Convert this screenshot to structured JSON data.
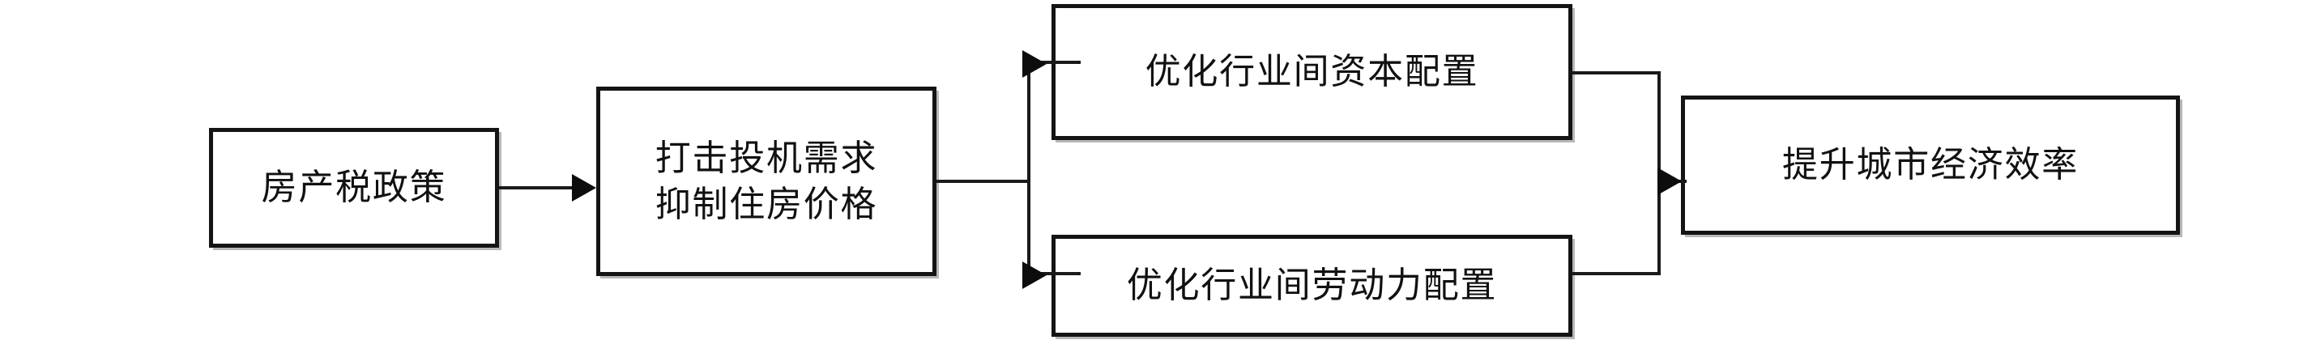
{
  "diagram": {
    "type": "flowchart",
    "orientation": "left-to-right",
    "background_color": "#ffffff",
    "line_color": "#1a1a1a",
    "border_color": "#141414",
    "text_color": "#111111",
    "nodes": [
      {
        "id": "policy",
        "label": "房产税政策",
        "stage": 1
      },
      {
        "id": "curb",
        "label": "打击投机需求\n抑制住房价格",
        "stage": 2
      },
      {
        "id": "capital",
        "label": "优化行业间资本配置",
        "stage": 3
      },
      {
        "id": "labor",
        "label": "优化行业间劳动力配置",
        "stage": 3
      },
      {
        "id": "efficiency",
        "label": "提升城市经济效率",
        "stage": 4
      }
    ],
    "edges": [
      {
        "id": "policy-to-curb",
        "from": "policy",
        "to": "curb",
        "style": "straight-arrow"
      },
      {
        "id": "curb-to-capital",
        "from": "curb",
        "to": "capital",
        "style": "orthogonal-split-arrow"
      },
      {
        "id": "curb-to-labor",
        "from": "curb",
        "to": "labor",
        "style": "orthogonal-split-arrow"
      },
      {
        "id": "capital-to-efficiency",
        "from": "capital",
        "to": "efficiency",
        "style": "orthogonal-merge"
      },
      {
        "id": "labor-to-efficiency",
        "from": "labor",
        "to": "efficiency",
        "style": "orthogonal-merge"
      },
      {
        "id": "merge-to-efficiency",
        "from": "merge-junction",
        "to": "efficiency",
        "style": "straight-arrow"
      }
    ]
  }
}
